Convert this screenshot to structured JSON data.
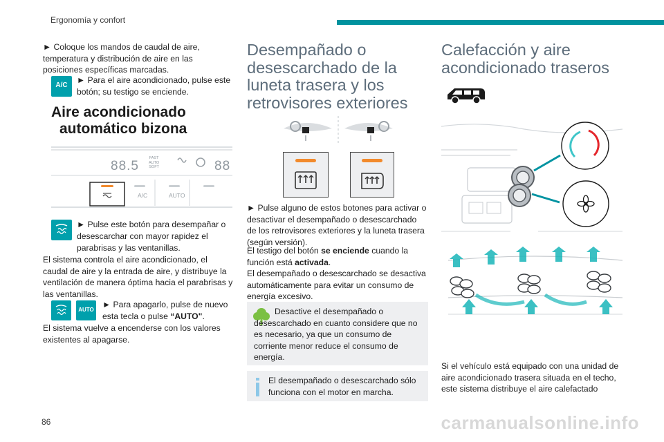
{
  "header": {
    "section_title": "Ergonomía y confort"
  },
  "page_number": "86",
  "watermark": "carmanualsonline.info",
  "col1": {
    "intro": "► Coloque los mandos de caudal de aire, temperatura y distribución de aire en las posiciones específicas marcadas.",
    "ac_icon_label": "A/C",
    "ac_text": "► Para el aire acondicionado, pulse este botón; su testigo se enciende.",
    "heading_line1": "Aire acondicionado",
    "heading_line2": "automático bizona",
    "panel": {
      "display_left": "88.5",
      "fast": "FAST",
      "auto": "AUTO",
      "soft": "SOFT",
      "display_right": "88",
      "ac_label": "A/C",
      "auto_label": "AUTO"
    },
    "defrost_text_first": "► Pulse este botón para desempañar o",
    "defrost_text_second": "desescarchar con mayor rapidez el parabrisas y las ventanillas.",
    "body1": "El sistema controla el aire acondicionado, el caudal de aire y la entrada de aire, y distribuye la ventilación de manera óptima hacia el parabrisas y las ventanillas.",
    "auto_icon_label": "AUTO",
    "off_text_first": "► Para apagarlo, pulse de nuevo",
    "off_text_second_pre": "esta tecla o pulse ",
    "off_text_second_bold": "“AUTO\"",
    "off_text_second_post": ".",
    "body2": "El sistema vuelve a encenderse con los valores existentes al apagarse."
  },
  "col2": {
    "heading": [
      "Desempañado o",
      "desescarchado de la",
      "luneta trasera y los",
      "retrovisores exteriores"
    ],
    "press_text": "► Pulse alguno de estos botones para activar o desactivar el desempañado o desescarchado de los retrovisores exteriores y la luneta trasera (según versión).",
    "lamp_pre": "El testigo del botón ",
    "lamp_bold": "se enciende",
    "lamp_post": " cuando la función está ",
    "lamp_bold2": "activada",
    "lamp_end": ".",
    "auto_off": "El desempañado o desescarchado se desactiva automáticamente para evitar un consumo de energía excesivo.",
    "eco_note": "Desactive el desempañado o desescarchado en cuanto considere que no es necesario, ya que un consumo de corriente menor reduce el consumo de energía.",
    "info_note": "El desempañado o desescarchado sólo funciona con el motor en marcha."
  },
  "col3": {
    "heading": [
      "Calefacción y aire",
      "acondicionado traseros"
    ],
    "body": "Si el vehículo está equipado con una unidad de aire acondicionado trasera situada en el techo, este sistema distribuye el aire calefactado"
  },
  "colors": {
    "accent": "#00929e",
    "icon_bg": "#00a0ac",
    "eco_green": "#7bc043",
    "note_bg": "#eeeff1"
  }
}
